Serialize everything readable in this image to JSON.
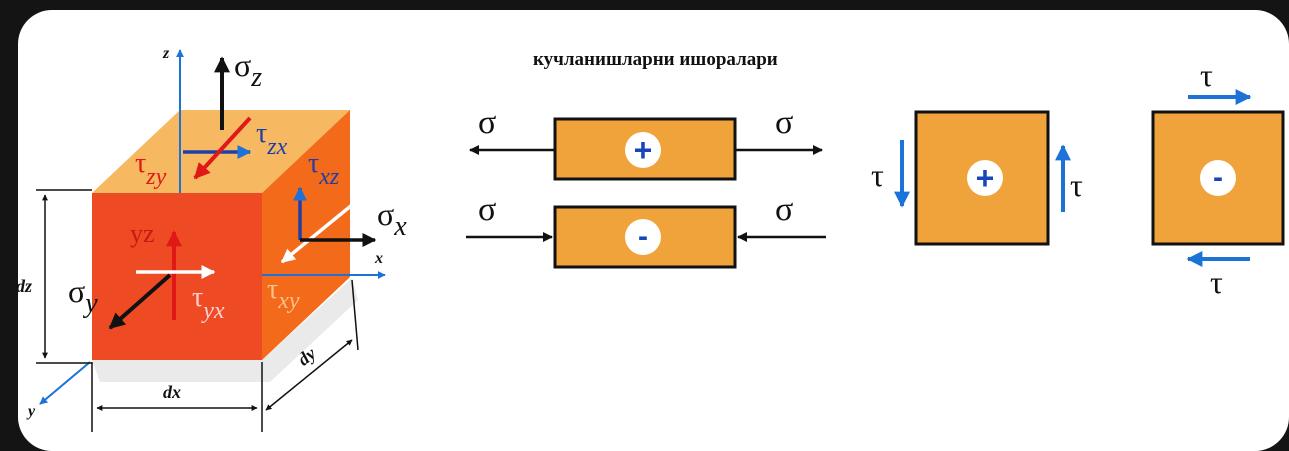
{
  "title": "кучланишларни ишоралари",
  "cube": {
    "axis_z": "z",
    "axis_x": "x",
    "axis_y": "y",
    "sigma_z": "σ",
    "sigma_z_sub": "z",
    "sigma_x": "σ",
    "sigma_x_sub": "x",
    "sigma_y": "σ",
    "sigma_y_sub": "y",
    "tau_zx": "τ",
    "tau_zx_sub": "zx",
    "tau_zy": "τ",
    "tau_zy_sub": "zy",
    "tau_xz": "τ",
    "tau_xz_sub": "xz",
    "tau_xy": "τ",
    "tau_xy_sub": "xy",
    "tau_yx": "τ",
    "tau_yx_sub": "yx",
    "tau_yz_sub": "yz",
    "dim_dz": "dz",
    "dim_dx": "dx",
    "dim_dy": "dy"
  },
  "normal_signs": {
    "tension": {
      "left_label": "σ",
      "right_label": "σ",
      "sign": "+"
    },
    "compression": {
      "left_label": "σ",
      "right_label": "σ",
      "sign": "-"
    }
  },
  "shear_signs": {
    "positive": {
      "left_label": "τ",
      "right_label": "τ",
      "sign": "+"
    },
    "negative": {
      "top_label": "τ",
      "bottom_label": "τ",
      "sign": "-"
    }
  },
  "colors": {
    "cube_front": "#ee4a24",
    "cube_top": "#f7b862",
    "cube_side": "#f26a1a",
    "plate_fill": "#f0a33a",
    "axis_blue": "#1d72d8",
    "arrow_black": "#111111",
    "arrow_red": "#e01818",
    "sign_blue": "#1846b8"
  }
}
